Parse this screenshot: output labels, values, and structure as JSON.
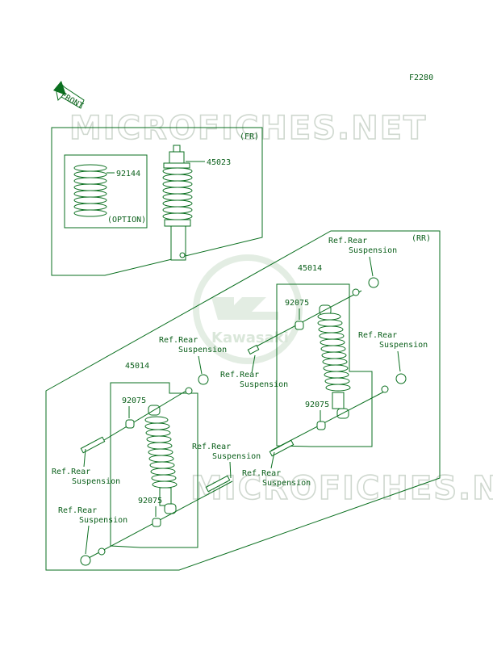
{
  "figure_code": "F2280",
  "front_arrow_label": "FRONT",
  "watermark": "MICROFICHES.NET",
  "logo_text": "Kawasaki",
  "colors": {
    "ink": "#0a6f1f",
    "watermark": "#cfd8cf",
    "background": "#ffffff"
  },
  "front_box": {
    "tag": "(FR)",
    "shock_part": "45023",
    "spring_part": "92144",
    "spring_note": "(OPTION)"
  },
  "rear_box": {
    "tag": "(RR)",
    "right_shock": "45014",
    "left_shock": "45014",
    "bushings": [
      "92075",
      "92075",
      "92075",
      "92075"
    ],
    "refs": [
      [
        "Ref.Rear",
        "Suspension"
      ],
      [
        "Ref.Rear",
        "Suspension"
      ],
      [
        "Ref.Rear",
        "Suspension"
      ],
      [
        "Ref.Rear",
        "Suspension"
      ],
      [
        "Ref.Rear",
        "Suspension"
      ],
      [
        "Ref.Rear",
        "Suspension"
      ],
      [
        "Ref.Rear",
        "Suspension"
      ],
      [
        "Ref.Rear",
        "Suspension"
      ]
    ]
  }
}
